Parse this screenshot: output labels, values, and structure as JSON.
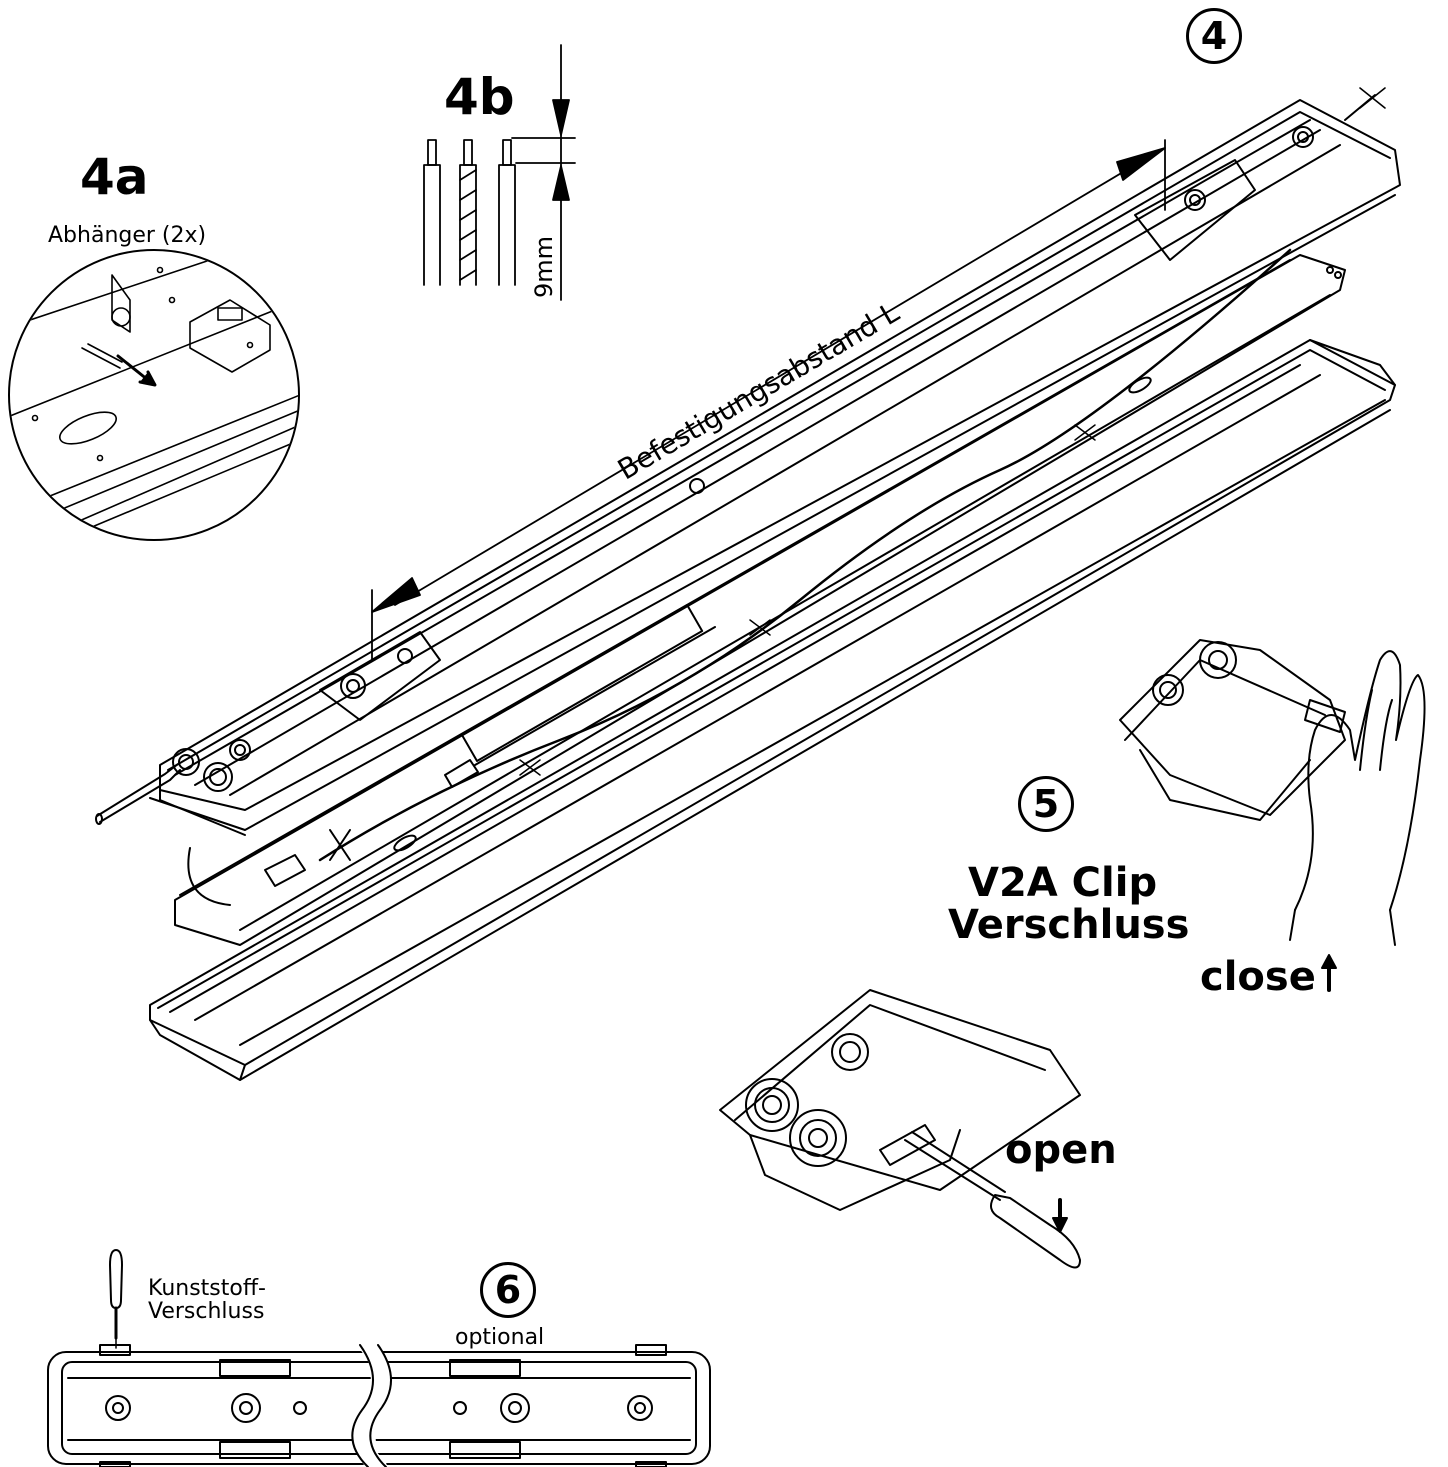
{
  "step4": {
    "badge": "4",
    "dimension_label": "Befestigungsabstand L"
  },
  "step4a": {
    "title": "4a",
    "caption": "Abhänger (2x)"
  },
  "step4b": {
    "title": "4b",
    "strip_length": "9mm"
  },
  "step5": {
    "badge": "5",
    "title_line1": "V2A Clip",
    "title_line2": "Verschluss",
    "close_label": "close",
    "open_label": "open"
  },
  "step6": {
    "badge": "6",
    "caption": "optional",
    "tool_label_line1": "Kunststoff-",
    "tool_label_line2": "Verschluss"
  }
}
